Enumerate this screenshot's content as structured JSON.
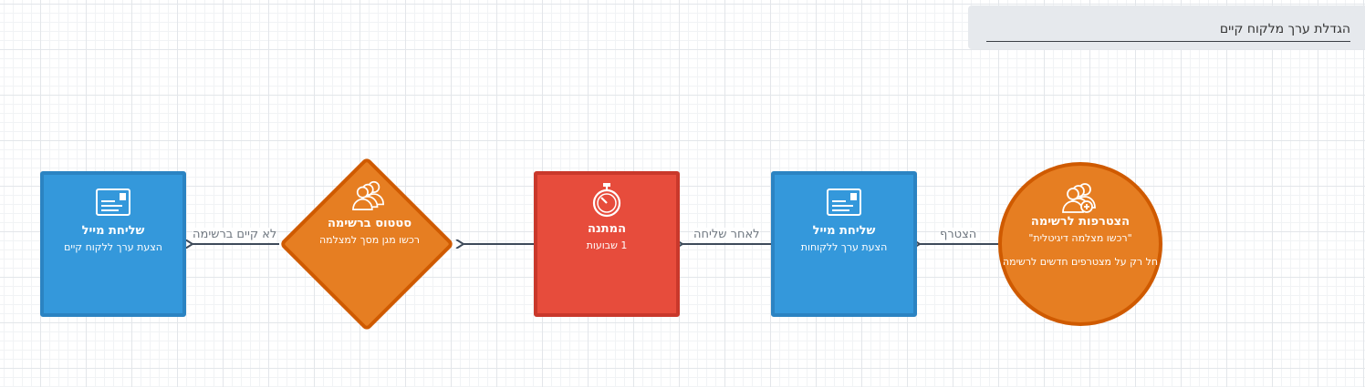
{
  "title_panel": {
    "title": "הגדלת ערך מלקוח קיים"
  },
  "nodes": {
    "join_list": {
      "icon": "users-add-icon",
      "title": "הצטרפות לרשימה",
      "subtitle": "\"רכשו מצלמה דיגיטלית\"",
      "note": "חל רק על מצטרפים חדשים לרשימה",
      "color": "#e67e22"
    },
    "send_mail_1": {
      "icon": "mail-icon",
      "title": "שליחת מייל",
      "subtitle": "הצעת ערך ללקוחות",
      "color": "#3498db"
    },
    "wait": {
      "icon": "stopwatch-icon",
      "title": "המתנה",
      "subtitle": "1 שבועות",
      "color": "#e74c3c"
    },
    "list_status": {
      "icon": "users-icon",
      "title": "סטטוס ברשימה",
      "subtitle": "רכשו מגן מסך למצלמה",
      "color": "#e67e22"
    },
    "send_mail_2": {
      "icon": "mail-icon",
      "title": "שליחת מייל",
      "subtitle": "הצעת ערך ללקוח קיים",
      "color": "#3498db"
    }
  },
  "connectors": {
    "join": "הצטרף",
    "after_send": "לאחר שליחה",
    "not_in_list": "לא קיים ברשימה"
  },
  "colors": {
    "connector": "#3d4a5a",
    "grid": "#e3e6ea"
  }
}
